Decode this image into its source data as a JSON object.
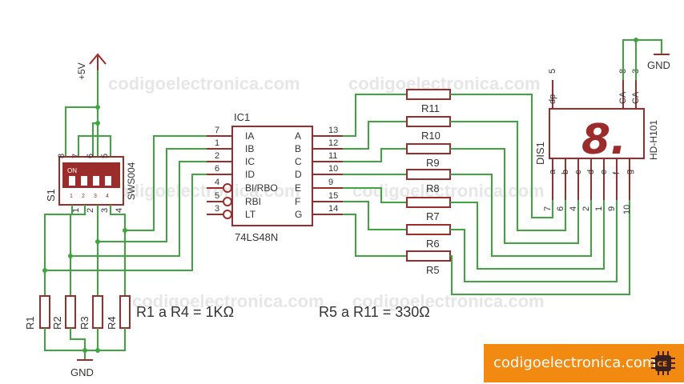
{
  "watermarks": [
    "codigoelectronica.com",
    "codigoelectronica.com",
    "codigoelectronica.com",
    "codigoelectronica.com",
    "codigoelectronica.com",
    "codigoelectronica.com"
  ],
  "power": {
    "vcc": "+5V",
    "gnd": "GND"
  },
  "switch": {
    "ref": "S1",
    "part": "SWS004",
    "on": "ON",
    "top_pins": [
      "8",
      "7",
      "6",
      "5"
    ],
    "bottom_pins": [
      "1",
      "2",
      "3",
      "4"
    ],
    "positions": [
      "1",
      "2",
      "3",
      "4"
    ]
  },
  "ic": {
    "ref": "IC1",
    "part": "74LS48N",
    "left_pins": [
      {
        "num": "7",
        "name": "IA"
      },
      {
        "num": "1",
        "name": "IB"
      },
      {
        "num": "2",
        "name": "IC"
      },
      {
        "num": "6",
        "name": "ID"
      },
      {
        "num": "4",
        "name": "BI/RBO"
      },
      {
        "num": "5",
        "name": "RBI"
      },
      {
        "num": "3",
        "name": "LT"
      }
    ],
    "right_pins": [
      {
        "num": "13",
        "name": "A"
      },
      {
        "num": "12",
        "name": "B"
      },
      {
        "num": "11",
        "name": "C"
      },
      {
        "num": "10",
        "name": "D"
      },
      {
        "num": "9",
        "name": "E"
      },
      {
        "num": "15",
        "name": "F"
      },
      {
        "num": "14",
        "name": "G"
      }
    ]
  },
  "series_resistors": [
    "R11",
    "R10",
    "R9",
    "R8",
    "R7",
    "R6",
    "R5"
  ],
  "pull_resistors": [
    "R1",
    "R2",
    "R3",
    "R4"
  ],
  "display": {
    "ref": "DIS1",
    "part": "HD-H101",
    "digit": "8.",
    "top_pins": [
      {
        "num": "5",
        "name": "dp"
      },
      {
        "num": "8",
        "name": "CA"
      },
      {
        "num": "3",
        "name": "CA"
      }
    ],
    "bottom_pins": [
      {
        "num": "7",
        "name": "a"
      },
      {
        "num": "6",
        "name": "b"
      },
      {
        "num": "4",
        "name": "c"
      },
      {
        "num": "2",
        "name": "d"
      },
      {
        "num": "1",
        "name": "e"
      },
      {
        "num": "9",
        "name": "f"
      },
      {
        "num": "10",
        "name": "g"
      }
    ]
  },
  "notes": {
    "r_pull": "R1 a R4 = 1KΩ",
    "r_series": "R5 a R11 = 330Ω"
  },
  "brand": {
    "text": "codigoelectronica.com",
    "logo": "CE"
  },
  "colors": {
    "wire": "#3fa63f",
    "part": "#9c2b2b",
    "brand": "#f28a12"
  }
}
